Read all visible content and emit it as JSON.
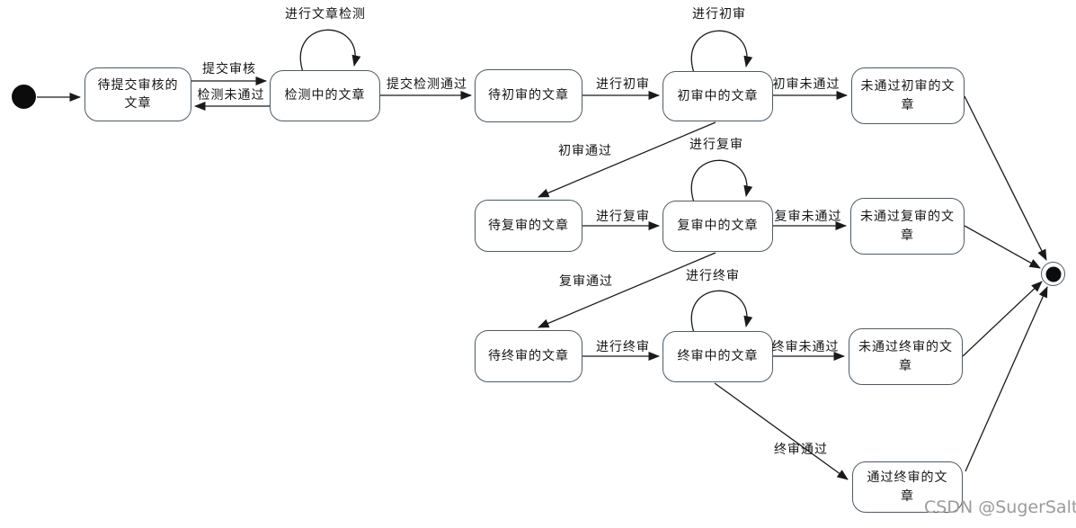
{
  "colors": {
    "background": "#ffffff",
    "state_border": "#4c5b66",
    "state_fill": "#ffffff",
    "edge_line": "#1a1a1a",
    "text": "#141414",
    "watermark": "#9b9b9b"
  },
  "diagram_type": "uml-state-diagram",
  "states": [
    {
      "id": "pending-submit",
      "label": "待提交审核的文章"
    },
    {
      "id": "detecting",
      "label": "检测中的文章"
    },
    {
      "id": "pending-first-review",
      "label": "待初审的文章"
    },
    {
      "id": "first-reviewing",
      "label": "初审中的文章"
    },
    {
      "id": "failed-first-review",
      "label": "未通过初审的文章"
    },
    {
      "id": "pending-second-review",
      "label": "待复审的文章"
    },
    {
      "id": "second-reviewing",
      "label": "复审中的文章"
    },
    {
      "id": "failed-second-review",
      "label": "未通过复审的文章"
    },
    {
      "id": "pending-final-review",
      "label": "待终审的文章"
    },
    {
      "id": "final-reviewing",
      "label": "终审中的文章"
    },
    {
      "id": "failed-final-review",
      "label": "未通过终审的文章"
    },
    {
      "id": "passed-final-review",
      "label": "通过终审的文章"
    }
  ],
  "edges": [
    {
      "from": "start",
      "to": "pending-submit",
      "label": ""
    },
    {
      "from": "pending-submit",
      "to": "detecting",
      "label": "提交审核"
    },
    {
      "from": "detecting",
      "to": "pending-submit",
      "label": "检测未通过"
    },
    {
      "from": "detecting",
      "to": "detecting",
      "label": "进行文章检测"
    },
    {
      "from": "detecting",
      "to": "pending-first-review",
      "label": "提交检测通过"
    },
    {
      "from": "pending-first-review",
      "to": "first-reviewing",
      "label": "进行初审"
    },
    {
      "from": "first-reviewing",
      "to": "first-reviewing",
      "label": "进行初审"
    },
    {
      "from": "first-reviewing",
      "to": "failed-first-review",
      "label": "初审未通过"
    },
    {
      "from": "first-reviewing",
      "to": "pending-second-review",
      "label": "初审通过"
    },
    {
      "from": "pending-second-review",
      "to": "second-reviewing",
      "label": "进行复审"
    },
    {
      "from": "second-reviewing",
      "to": "second-reviewing",
      "label": "进行复审"
    },
    {
      "from": "second-reviewing",
      "to": "failed-second-review",
      "label": "复审未通过"
    },
    {
      "from": "second-reviewing",
      "to": "pending-final-review",
      "label": "复审通过"
    },
    {
      "from": "pending-final-review",
      "to": "final-reviewing",
      "label": "进行终审"
    },
    {
      "from": "final-reviewing",
      "to": "final-reviewing",
      "label": "进行终审"
    },
    {
      "from": "final-reviewing",
      "to": "failed-final-review",
      "label": "终审未通过"
    },
    {
      "from": "final-reviewing",
      "to": "passed-final-review",
      "label": "终审通过"
    },
    {
      "from": "failed-first-review",
      "to": "end",
      "label": ""
    },
    {
      "from": "failed-second-review",
      "to": "end",
      "label": ""
    },
    {
      "from": "failed-final-review",
      "to": "end",
      "label": ""
    },
    {
      "from": "passed-final-review",
      "to": "end",
      "label": ""
    }
  ],
  "watermark": {
    "text": "CSDN @SugerSalt"
  }
}
